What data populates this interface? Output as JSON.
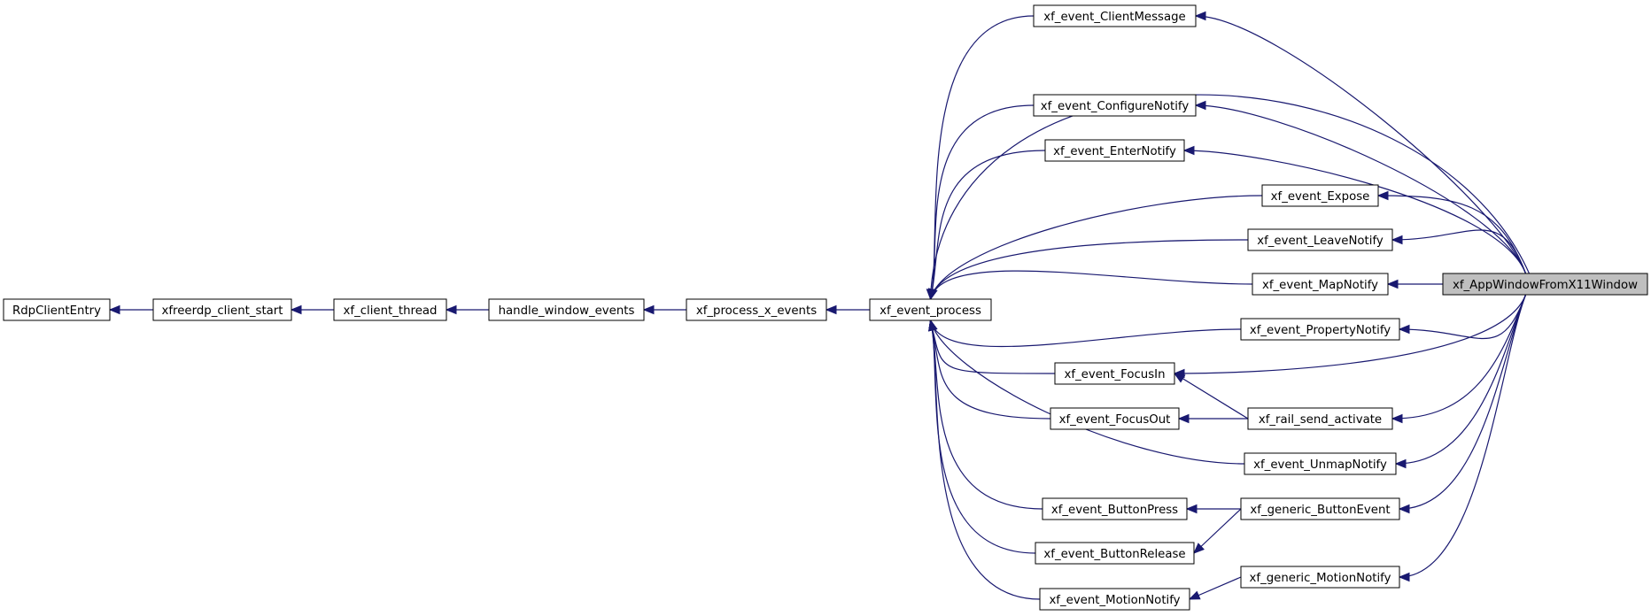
{
  "colors": {
    "edge": "#191970",
    "node_border": "#000000",
    "node_fill": "#ffffff",
    "focus_fill": "#bfbfbf",
    "text": "#000000"
  },
  "nodes": [
    {
      "id": "rdp_client_entry",
      "label": "RdpClientEntry"
    },
    {
      "id": "xfreerdp_client_start",
      "label": "xfreerdp_client_start"
    },
    {
      "id": "xf_client_thread",
      "label": "xf_client_thread"
    },
    {
      "id": "handle_window_events",
      "label": "handle_window_events"
    },
    {
      "id": "xf_process_x_events",
      "label": "xf_process_x_events"
    },
    {
      "id": "xf_event_process",
      "label": "xf_event_process"
    },
    {
      "id": "xf_event_clientmessage",
      "label": "xf_event_ClientMessage"
    },
    {
      "id": "xf_event_configurenotify",
      "label": "xf_event_ConfigureNotify"
    },
    {
      "id": "xf_event_enternotify",
      "label": "xf_event_EnterNotify"
    },
    {
      "id": "xf_event_expose",
      "label": "xf_event_Expose"
    },
    {
      "id": "xf_event_leavenotify",
      "label": "xf_event_LeaveNotify"
    },
    {
      "id": "xf_event_mapnotify",
      "label": "xf_event_MapNotify"
    },
    {
      "id": "xf_event_propertynotify",
      "label": "xf_event_PropertyNotify"
    },
    {
      "id": "xf_event_focusin",
      "label": "xf_event_FocusIn"
    },
    {
      "id": "xf_event_focusout",
      "label": "xf_event_FocusOut"
    },
    {
      "id": "xf_rail_send_activate",
      "label": "xf_rail_send_activate"
    },
    {
      "id": "xf_event_unmapnotify",
      "label": "xf_event_UnmapNotify"
    },
    {
      "id": "xf_event_buttonpress",
      "label": "xf_event_ButtonPress"
    },
    {
      "id": "xf_generic_buttonevent",
      "label": "xf_generic_ButtonEvent"
    },
    {
      "id": "xf_event_buttonrelease",
      "label": "xf_event_ButtonRelease"
    },
    {
      "id": "xf_event_motionnotify",
      "label": "xf_event_MotionNotify"
    },
    {
      "id": "xf_generic_motionnotify",
      "label": "xf_generic_MotionNotify"
    },
    {
      "id": "xf_appwindowfromx11window",
      "label": "xf_AppWindowFromX11Window",
      "focus": true
    }
  ],
  "edges": [
    {
      "from": "xfreerdp_client_start",
      "to": "rdp_client_entry"
    },
    {
      "from": "xf_client_thread",
      "to": "xfreerdp_client_start"
    },
    {
      "from": "handle_window_events",
      "to": "xf_client_thread"
    },
    {
      "from": "xf_process_x_events",
      "to": "handle_window_events"
    },
    {
      "from": "xf_event_process",
      "to": "xf_process_x_events"
    },
    {
      "from": "xf_event_clientmessage",
      "to": "xf_event_process"
    },
    {
      "from": "xf_appwindowfromx11window",
      "to": "xf_event_process"
    },
    {
      "from": "xf_event_configurenotify",
      "to": "xf_event_process"
    },
    {
      "from": "xf_event_enternotify",
      "to": "xf_event_process"
    },
    {
      "from": "xf_event_expose",
      "to": "xf_event_process"
    },
    {
      "from": "xf_event_leavenotify",
      "to": "xf_event_process"
    },
    {
      "from": "xf_event_mapnotify",
      "to": "xf_event_process"
    },
    {
      "from": "xf_event_propertynotify",
      "to": "xf_event_process"
    },
    {
      "from": "xf_event_focusin",
      "to": "xf_event_process"
    },
    {
      "from": "xf_event_focusout",
      "to": "xf_event_process"
    },
    {
      "from": "xf_event_unmapnotify",
      "to": "xf_event_process"
    },
    {
      "from": "xf_event_buttonpress",
      "to": "xf_event_process"
    },
    {
      "from": "xf_event_buttonrelease",
      "to": "xf_event_process"
    },
    {
      "from": "xf_event_motionnotify",
      "to": "xf_event_process"
    },
    {
      "from": "xf_rail_send_activate",
      "to": "xf_event_focusin"
    },
    {
      "from": "xf_rail_send_activate",
      "to": "xf_event_focusout"
    },
    {
      "from": "xf_generic_buttonevent",
      "to": "xf_event_buttonpress"
    },
    {
      "from": "xf_generic_buttonevent",
      "to": "xf_event_buttonrelease"
    },
    {
      "from": "xf_generic_motionnotify",
      "to": "xf_event_motionnotify"
    },
    {
      "from": "xf_appwindowfromx11window",
      "to": "xf_event_clientmessage"
    },
    {
      "from": "xf_appwindowfromx11window",
      "to": "xf_event_configurenotify"
    },
    {
      "from": "xf_appwindowfromx11window",
      "to": "xf_event_enternotify"
    },
    {
      "from": "xf_appwindowfromx11window",
      "to": "xf_event_expose"
    },
    {
      "from": "xf_appwindowfromx11window",
      "to": "xf_event_leavenotify"
    },
    {
      "from": "xf_appwindowfromx11window",
      "to": "xf_event_mapnotify"
    },
    {
      "from": "xf_appwindowfromx11window",
      "to": "xf_event_propertynotify"
    },
    {
      "from": "xf_appwindowfromx11window",
      "to": "xf_event_focusin"
    },
    {
      "from": "xf_appwindowfromx11window",
      "to": "xf_rail_send_activate"
    },
    {
      "from": "xf_appwindowfromx11window",
      "to": "xf_event_unmapnotify"
    },
    {
      "from": "xf_appwindowfromx11window",
      "to": "xf_generic_buttonevent"
    },
    {
      "from": "xf_appwindowfromx11window",
      "to": "xf_generic_motionnotify"
    }
  ]
}
